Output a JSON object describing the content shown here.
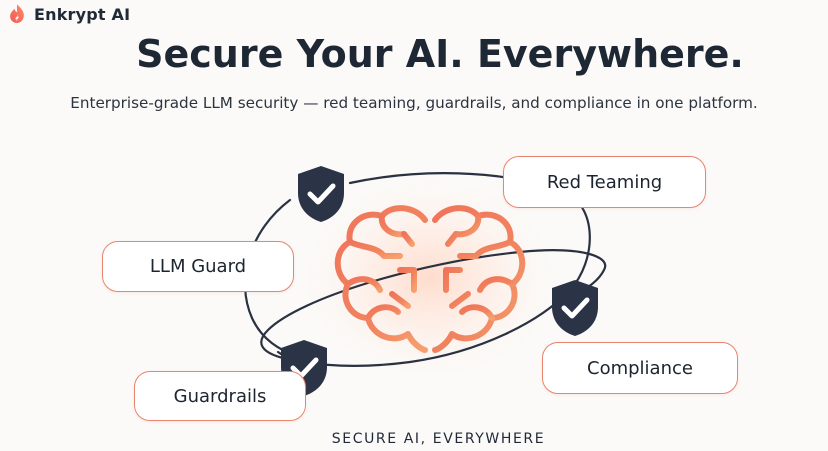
{
  "header": {
    "brand_name": "Enkrypt AI",
    "logo_icon": "flame-logo-icon"
  },
  "hero": {
    "title": "Secure Your AI. Everywhere.",
    "subtitle": "Enterprise-grade LLM security — red teaming, guardrails, and compliance in one platform."
  },
  "illustration": {
    "center_icon": "brain-icon",
    "shield_icon": "shield-check-icon",
    "labels": {
      "red_teaming": "Red Teaming",
      "llm_guard": "LLM Guard",
      "compliance": "Compliance",
      "guardrails": "Guardrails"
    }
  },
  "footer": {
    "tagline": "SECURE AI, EVERYWHERE"
  },
  "colors": {
    "accent": "#ef6a4d",
    "accent_light": "#f39b7a",
    "shield": "#2b3446",
    "text": "#1e2734",
    "background": "#fbfaf8"
  }
}
